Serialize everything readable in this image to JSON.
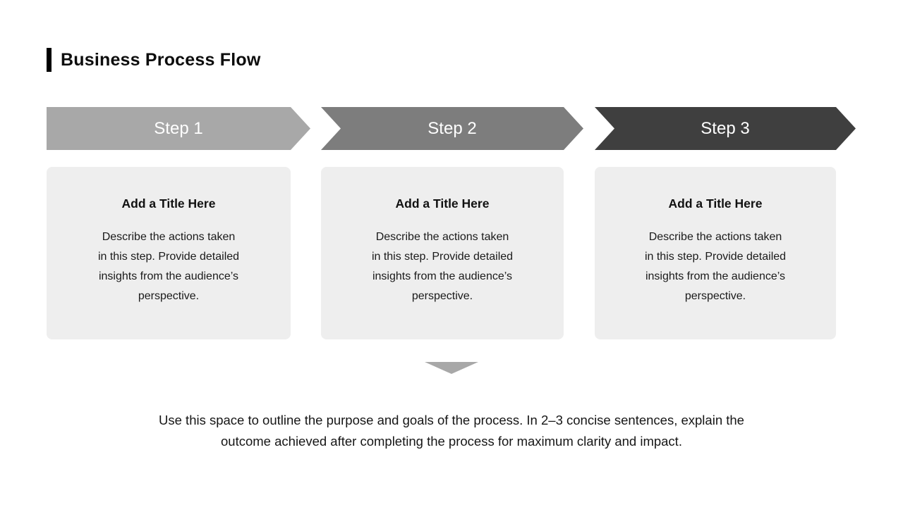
{
  "header": {
    "title": "Business Process Flow",
    "accent_color": "#000000"
  },
  "steps": [
    {
      "label": "Step 1",
      "color": "#a8a8a8",
      "card": {
        "title": "Add a Title Here",
        "body_lines": [
          "Describe the actions taken",
          "in this step. Provide detailed",
          "insights from the audience’s",
          "perspective."
        ]
      }
    },
    {
      "label": "Step 2",
      "color": "#7d7d7d",
      "card": {
        "title": "Add a Title Here",
        "body_lines": [
          "Describe the actions taken",
          "in this step. Provide detailed",
          "insights from the audience’s",
          "perspective."
        ]
      }
    },
    {
      "label": "Step 3",
      "color": "#3f3f3f",
      "card": {
        "title": "Add a Title Here",
        "body_lines": [
          "Describe the actions taken",
          "in this step. Provide detailed",
          "insights from the audience’s",
          "perspective."
        ]
      }
    }
  ],
  "connector": {
    "arrow_color": "#a8a8a8"
  },
  "summary": {
    "lines": [
      "Use this space to outline the purpose and goals of the process. In 2–3 concise sentences, explain the",
      "outcome achieved after completing the process for maximum clarity and impact."
    ]
  }
}
